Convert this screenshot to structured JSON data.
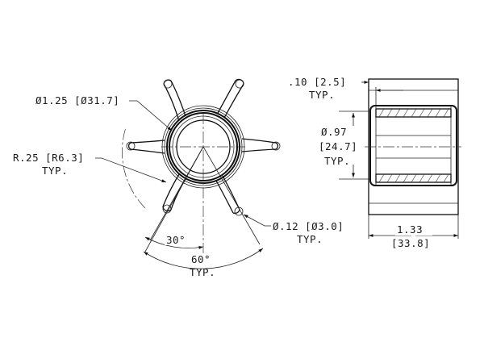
{
  "dimensions": {
    "hub_diameter": "Ø1.25 [Ø31.7]",
    "fillet_radius": "R.25 [R6.3]",
    "fillet_radius_note": "TYP.",
    "angle_small": "30°",
    "angle_large": "60°",
    "angle_large_note": "TYP.",
    "tip_diameter": "Ø.12 [Ø3.0]",
    "tip_diameter_note": "TYP.",
    "wall_thickness": ".10 [2.5]",
    "wall_thickness_note": "TYP.",
    "bore_diameter_in": "Ø.97",
    "bore_diameter_mm": "[24.7]",
    "bore_diameter_note": "TYP.",
    "length_in": "1.33",
    "length_mm": "[33.8]"
  }
}
